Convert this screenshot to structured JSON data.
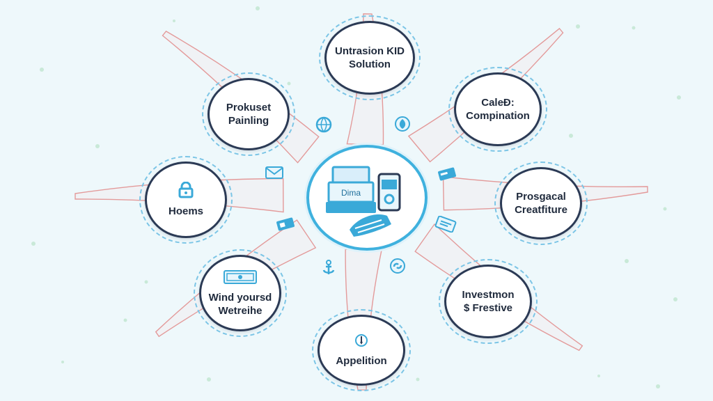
{
  "diagram": {
    "hub": {
      "icon": "computer-with-hand-icon",
      "screen_text": "Dima"
    },
    "nodes": [
      {
        "id": "top",
        "label": "Untrasion KID\nSolution",
        "icon": null
      },
      {
        "id": "upper-left",
        "label": "Prokuset\nPainling",
        "icon": null
      },
      {
        "id": "upper-right",
        "label": "CaleÐ:\nCompination",
        "icon": null
      },
      {
        "id": "left",
        "label": "Hoems",
        "icon": "lock-icon"
      },
      {
        "id": "right",
        "label": "Prosgacal\nCreatfiture",
        "icon": null
      },
      {
        "id": "lower-left",
        "label": "Wind yoursd\nWetreihe",
        "icon": "banknote-icon"
      },
      {
        "id": "lower-right",
        "label": "Investmon\n$ Frestive",
        "icon": null
      },
      {
        "id": "bottom",
        "label": "Appelition",
        "icon": "pen-icon"
      }
    ],
    "floating_icons": [
      "globe-icon",
      "leaf-icon",
      "envelope-icon",
      "card-icon",
      "id-card-icon",
      "ticket-icon",
      "anchor-icon",
      "link-icon"
    ],
    "colors": {
      "background": "#eef8fb",
      "node_border": "#2b3a55",
      "dashed_ring": "#7cc5e6",
      "hub_border": "#3fb1de",
      "connector_fill": "#f0f2f5",
      "connector_stroke": "#e39a9a",
      "icon_blue": "#3aa9d8"
    }
  }
}
